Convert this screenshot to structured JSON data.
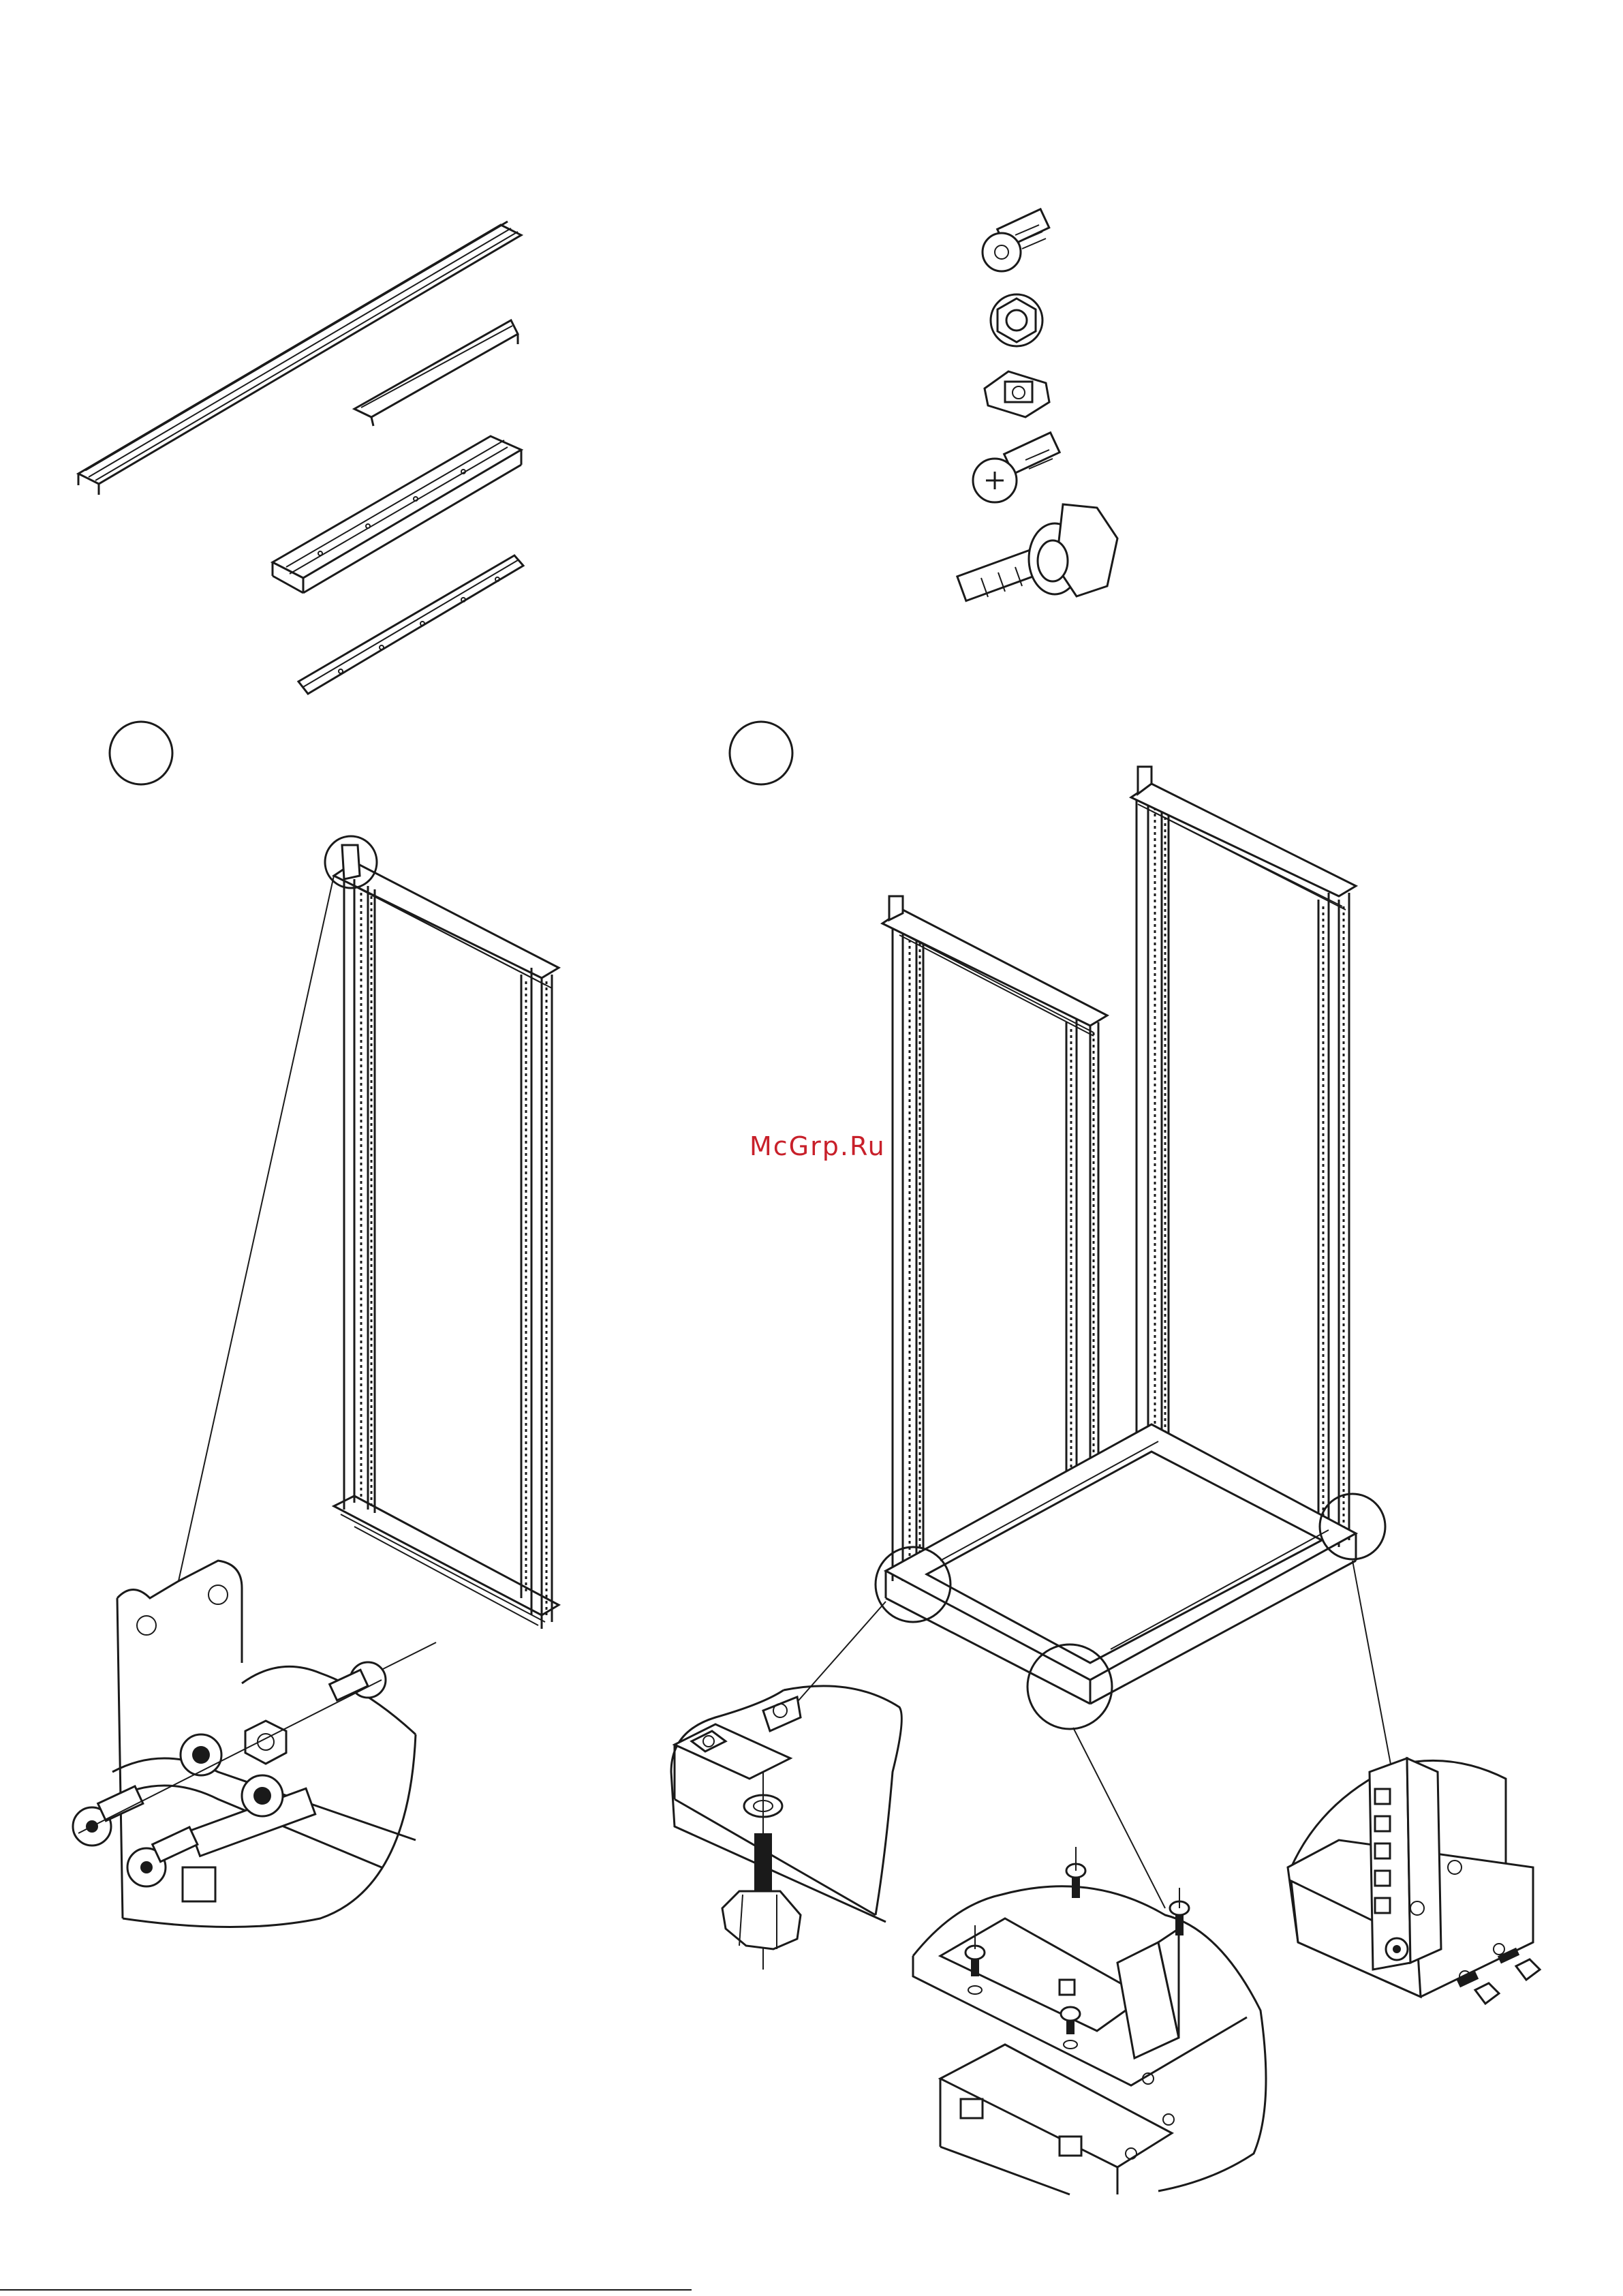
{
  "watermark": {
    "text": "McGrp.Ru",
    "color": "#c8202a"
  },
  "steps": [
    {
      "label": "",
      "icon": "step-circle"
    },
    {
      "label": "",
      "icon": "step-circle"
    }
  ],
  "parts": {
    "profiles": [
      "long-rail",
      "short-bracket",
      "channel-rail",
      "flat-rail"
    ],
    "hardware": [
      "button-head-screw-icon",
      "flange-nut-icon",
      "cage-nut-icon",
      "phillips-screw-icon",
      "leveling-foot-icon"
    ]
  }
}
